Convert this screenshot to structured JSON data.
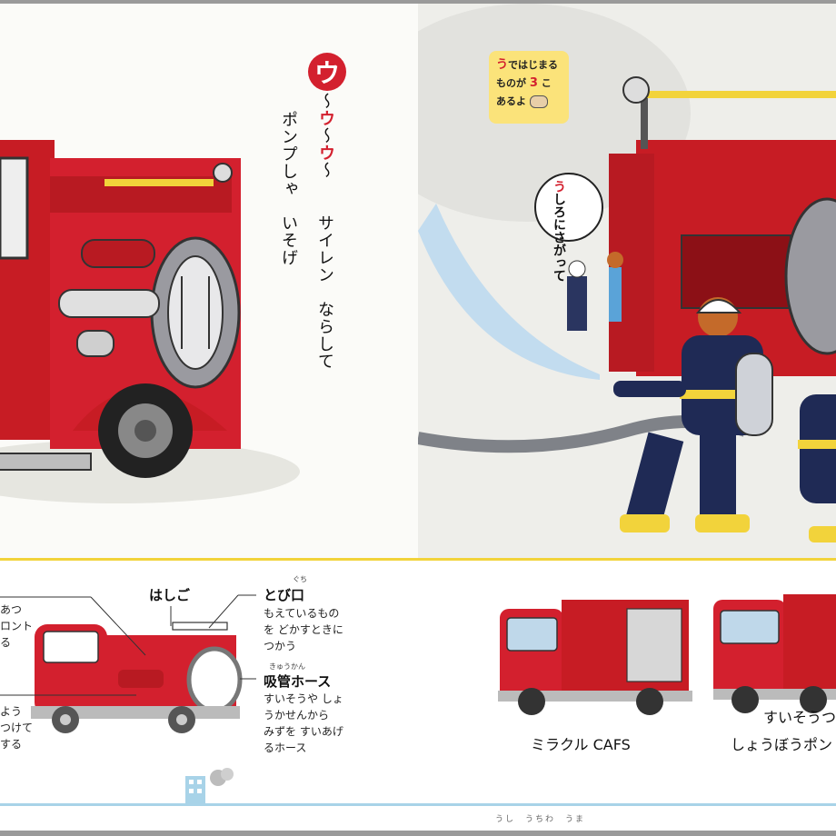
{
  "headline": {
    "badge": "ウ",
    "siren_prefix": "〜",
    "siren_u1": "ウ",
    "siren_mid": "〜",
    "siren_u2": "ウ",
    "siren_suffix": "〜",
    "line1": "サイレン　ならして",
    "line2": "ポンプしゃ　いそげ"
  },
  "hint": {
    "line1_u": "う",
    "line1_rest": "ではじまる",
    "line2_a": "ものが",
    "line2_num": "3",
    "line2_b": "こ",
    "line3": "あるよ"
  },
  "speech": {
    "first": "う",
    "rest": "しろにさがって"
  },
  "diagram": {
    "left_partial_lines": [
      "あつ",
      "ロント",
      "る"
    ],
    "left_partial_lines2": [
      "よう",
      "つけて",
      "する"
    ],
    "ladder": "はしご",
    "nozzle_title": "とび口",
    "nozzle_ruby": "ぐち",
    "nozzle_desc": [
      "もえているもの",
      "を どかすときに",
      "つかう"
    ],
    "hose_ruby": "きゅうかん",
    "hose_title": "吸管ホース",
    "hose_desc": [
      "すいそうや しょ",
      "うかせんから",
      "みずを すいあげ",
      "るホース"
    ]
  },
  "captions": {
    "truck1": "ミラクル CAFS",
    "truck2_line1": "すいそうつ",
    "truck2_line2": "しょうぼうポン"
  },
  "footer": "うし　うちわ　うま",
  "colors": {
    "truck_red": "#d3202e",
    "accent_yellow": "#f2d33b",
    "hint_yellow": "#fbe37a",
    "water_blue": "#a8d3e8"
  }
}
